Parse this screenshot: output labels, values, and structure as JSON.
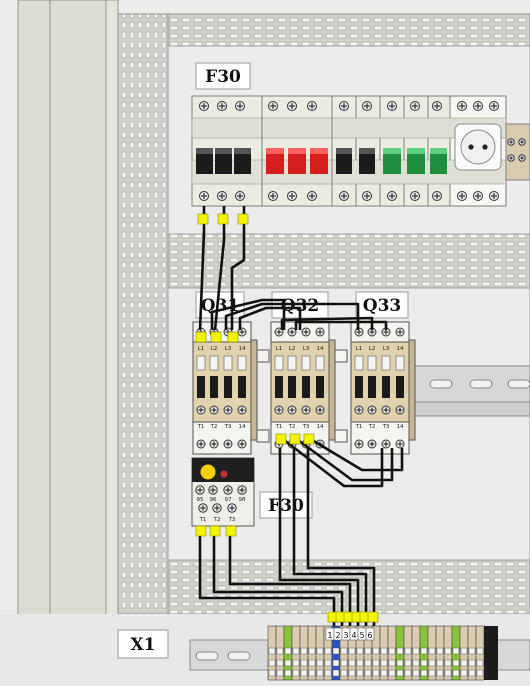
{
  "labels": {
    "f30": "F30",
    "q31": "Q31",
    "q32": "Q32",
    "q33": "Q33",
    "f30_relay": "F30",
    "x1": "X1"
  },
  "terminal_numbers": {
    "contactor_top": [
      "L1",
      "L2",
      "L3",
      "14"
    ],
    "contactor_bottom": [
      "T1",
      "T2",
      "T3",
      "14"
    ],
    "overload_top": [
      "95",
      "96",
      "97",
      "98"
    ],
    "overload_bottom": [
      "T1",
      "T2",
      "T3"
    ],
    "x1_terminals": [
      "1",
      "2",
      "3",
      "4",
      "5",
      "6"
    ]
  },
  "colors": {
    "background": "#ececec",
    "panel_frame": "#c9cdc5",
    "rail": "#d8d8d8",
    "module_body": "#ecebe2",
    "contactor_body": "#e2d1ad",
    "wire": "#111111",
    "wire_marker": "#f4f400",
    "breaker_black": "#1b1b1b",
    "breaker_red": "#d41f1f",
    "breaker_green": "#1f8f3f",
    "terminal_green": "#8ac43a",
    "terminal_blue": "#2a54c4"
  },
  "icons": {
    "screw": "screw-terminal-icon",
    "socket": "power-socket-icon",
    "trip": "trip-indicator-icon"
  }
}
